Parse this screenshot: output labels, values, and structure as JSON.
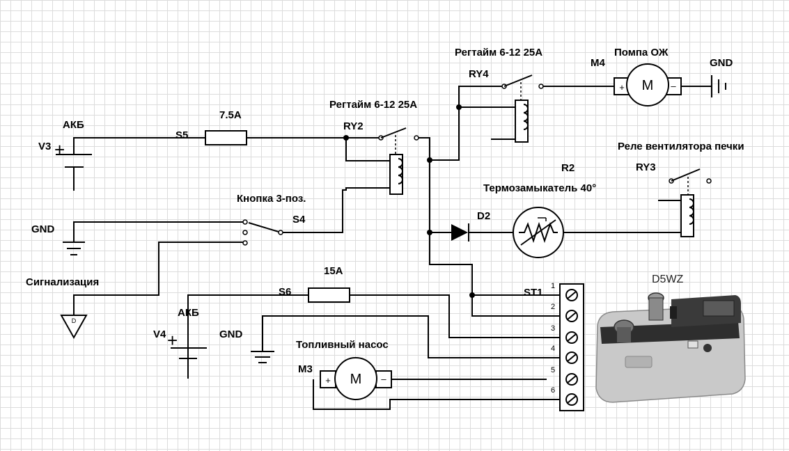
{
  "labels": {
    "v3": "V3",
    "akb1": "АКБ",
    "s5": "S5",
    "fuse1": "7.5A",
    "relay_title_1": "Регтайм 6-12 25A",
    "ry2": "RY2",
    "relay_title_2": "Регтайм 6-12 25A",
    "ry4": "RY4",
    "m4": "M4",
    "pump": "Помпа ОЖ",
    "gnd_top": "GND",
    "heater_relay": "Реле вентилятора печки",
    "ry3": "RY3",
    "r2": "R2",
    "thermo": "Термозамыкатель 40°",
    "d2": "D2",
    "button": "Кнопка 3-поз.",
    "s4": "S4",
    "gnd_left": "GND",
    "alarm": "Сигнализация",
    "alarm_d": "D",
    "fuse2": "15A",
    "s6": "S6",
    "akb2": "АКБ",
    "v4": "V4",
    "gnd_mid": "GND",
    "fuel_pump": "Топливный насос",
    "m3": "M3",
    "st1": "ST1",
    "heater_model": "D5WZ",
    "motor_m": "M",
    "plus": "+",
    "minus": "–"
  },
  "terminal_pins": [
    "1",
    "2",
    "3",
    "4",
    "5",
    "6"
  ],
  "colors": {
    "wire": "#000000",
    "grid": "#dcdcdc"
  }
}
